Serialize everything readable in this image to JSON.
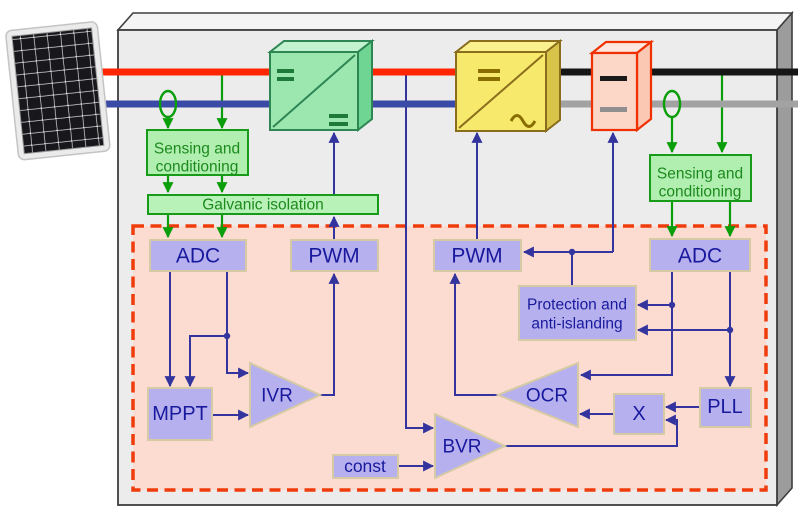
{
  "labels": {
    "sensing_left": {
      "line1": "Sensing and",
      "line2": "conditioning"
    },
    "sensing_right": {
      "line1": "Sensing and",
      "line2": "conditioning"
    },
    "galvanic_isolation": "Galvanic isolation",
    "adc_left": "ADC",
    "pwm_left": "PWM",
    "pwm_right": "PWM",
    "adc_right": "ADC",
    "protection": {
      "line1": "Protection and",
      "line2": "anti-islanding"
    },
    "mppt": "MPPT",
    "ivr": "IVR",
    "ocr": "OCR",
    "bvr": "BVR",
    "pll": "PLL",
    "multiplier": "X",
    "const": "const"
  },
  "icons": {
    "current_sensor_left": "current-transformer-ellipse",
    "current_sensor_right": "current-transformer-ellipse",
    "dc_dc_converter_symbol": "= / =",
    "dc_ac_inverter_symbol": "= / ~",
    "grid_contactor_symbol": "open-switch-contacts"
  },
  "colors": {
    "dc_positive_bus": "#ff2600",
    "dc_negative_bus": "#3b4aa6",
    "ac_line_bus": "#161616",
    "ac_neutral_bus": "#a2a2a2",
    "signal_line": "#34349e",
    "sensing_green": "#0a9e0a",
    "control_block_fill": "#b6b1ee",
    "control_block_border": "#d6caa4",
    "controller_area_fill": "#fcdcd0",
    "controller_area_border": "#f03c0c",
    "dc_dc_converter_fill": "#9ce7b0",
    "dc_ac_inverter_fill": "#f6e96c",
    "contactor_fill": "#fcd6c6",
    "enclosure_fill": "#ececec"
  }
}
